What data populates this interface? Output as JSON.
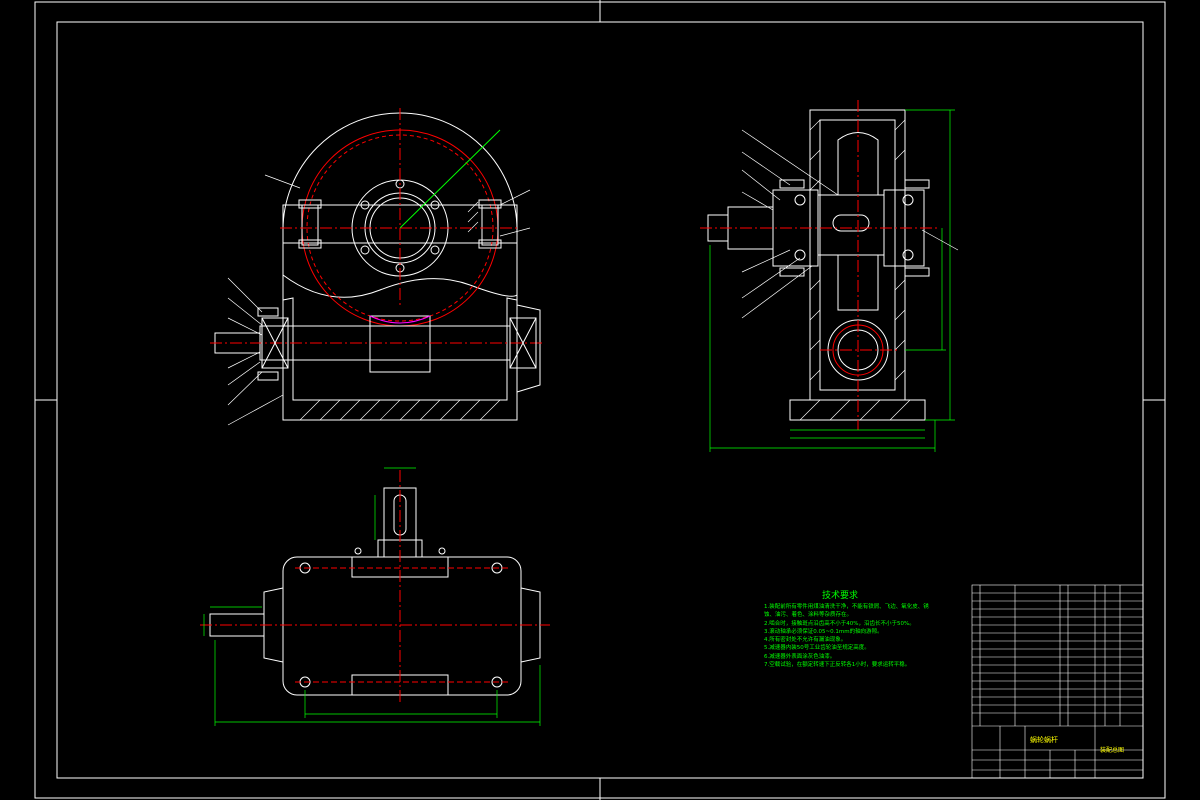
{
  "technical_requirements": {
    "title": "技术要求",
    "items": [
      "1.装配前所有零件用煤油清洗干净，不能有铁屑、飞边、氧化皮、锈",
      "  蚀、油污、着色、涂料等杂质存在。",
      "2.啮合时，接触斑点沿齿高不小于40%，沿齿长不小于50%。",
      "3.滚动轴承必须保证0.05~0.1mm的轴向游隙。",
      "4.所有密封处不允许有漏油现象。",
      "5.减速器内装50号工业齿轮油至规定高度。",
      "6.减速器外表面涂灰色油漆。",
      "7.空载试验，在额定转速下正反转各1小时，要求运转平稳。"
    ]
  },
  "title_block": {
    "name": "蜗轮蜗杆",
    "drawing_no": "装配总图"
  },
  "colors": {
    "outline": "#ffffff",
    "center": "#ff0000",
    "dimension": "#00ff00",
    "leader": "#ffffff",
    "text": "#ffff00"
  }
}
